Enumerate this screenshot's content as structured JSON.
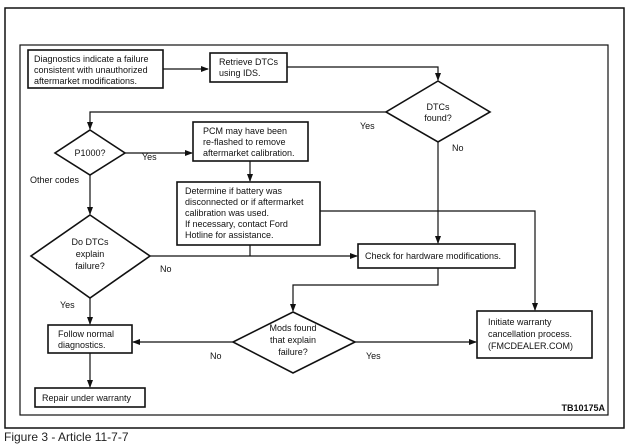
{
  "figure_id": "TB10175A",
  "caption": "Figure 3 - Article 11-7-7",
  "nodes": {
    "start": [
      "Diagnostics indicate a failure",
      "consistent with unauthorized",
      "aftermarket modifications."
    ],
    "retrieve": [
      "Retrieve DTCs",
      "using IDS."
    ],
    "dtcs_found": [
      "DTCs",
      "found?"
    ],
    "p1000": [
      "P1000?"
    ],
    "pcm": [
      "PCM may have been",
      "re-flashed to remove",
      "aftermarket calibration."
    ],
    "determine": [
      "Determine if battery was",
      "disconnected or if aftermarket",
      "calibration was used.",
      "If necessary, contact Ford",
      "Hotline for assistance."
    ],
    "do_dtcs": [
      "Do DTCs",
      "explain",
      "failure?"
    ],
    "check_hw": [
      "Check for hardware modifications."
    ],
    "mods_found": [
      "Mods found",
      "that explain",
      "failure?"
    ],
    "follow": [
      "Follow normal",
      "diagnostics."
    ],
    "repair": [
      "Repair under warranty"
    ],
    "initiate": [
      "Initiate warranty",
      "cancellation process.",
      "(FMCDEALER.COM)"
    ]
  },
  "edge_labels": {
    "dtcs_yes": "Yes",
    "dtcs_no": "No",
    "p1000_yes": "Yes",
    "p1000_other": "Other codes",
    "do_dtcs_no": "No",
    "do_dtcs_yes": "Yes",
    "mods_no": "No",
    "mods_yes": "Yes"
  }
}
